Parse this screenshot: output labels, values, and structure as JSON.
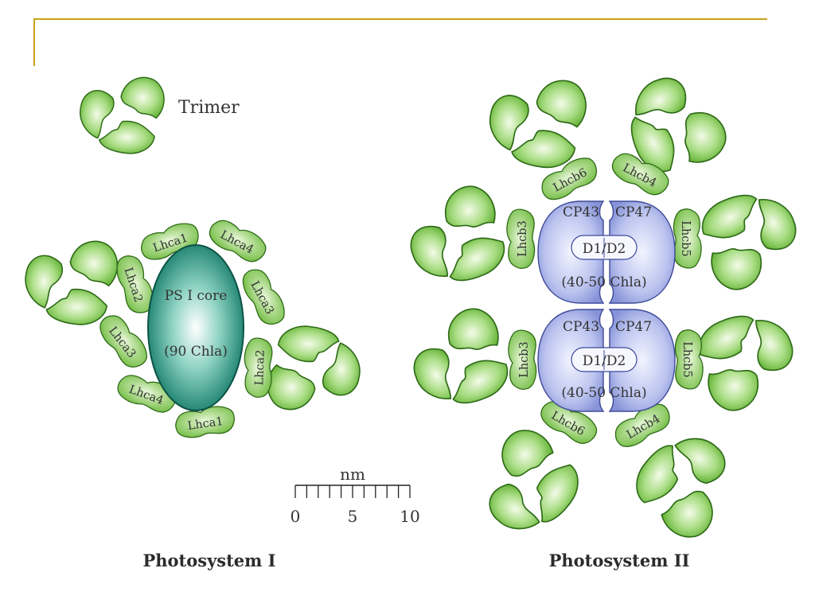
{
  "trimer_label": "Trimer",
  "ps1": {
    "caption": "Photosystem I",
    "core_line1": "PS I core",
    "core_line2": "(90 Chla)",
    "antenna": {
      "top_left": "Lhca1",
      "top_right": "Lhca4",
      "right_upper": "Lhca3",
      "right_lower": "Lhca2",
      "left_upper": "Lhca2",
      "left_lower": "Lhca3",
      "bottom_left": "Lhca4",
      "bottom": "Lhca1"
    }
  },
  "scale": {
    "unit": "nm",
    "ticks": [
      "0",
      "5",
      "10"
    ]
  },
  "ps2": {
    "caption": "Photosystem II",
    "upper": {
      "cp_left": "CP43",
      "cp_right": "CP47",
      "center": "D1/D2",
      "chl": "(40-50 Chla)"
    },
    "lower": {
      "cp_left": "CP43",
      "cp_right": "CP47",
      "center": "D1/D2",
      "chl": "(40-50 Chla)"
    },
    "minor": {
      "top_left": "Lhcb6",
      "top_right": "Lhcb4",
      "upper_left": "Lhcb3",
      "upper_right": "Lhcb5",
      "lower_left": "Lhcb3",
      "lower_right": "Lhcb5",
      "bottom_left": "Lhcb6",
      "bottom_right": "Lhcb4"
    }
  },
  "colors": {
    "accent_rule": "#c8a21a",
    "lhc_green": "#79c24a",
    "core_teal": "#1f9a84",
    "psii_blue": "#a9b3e8"
  }
}
